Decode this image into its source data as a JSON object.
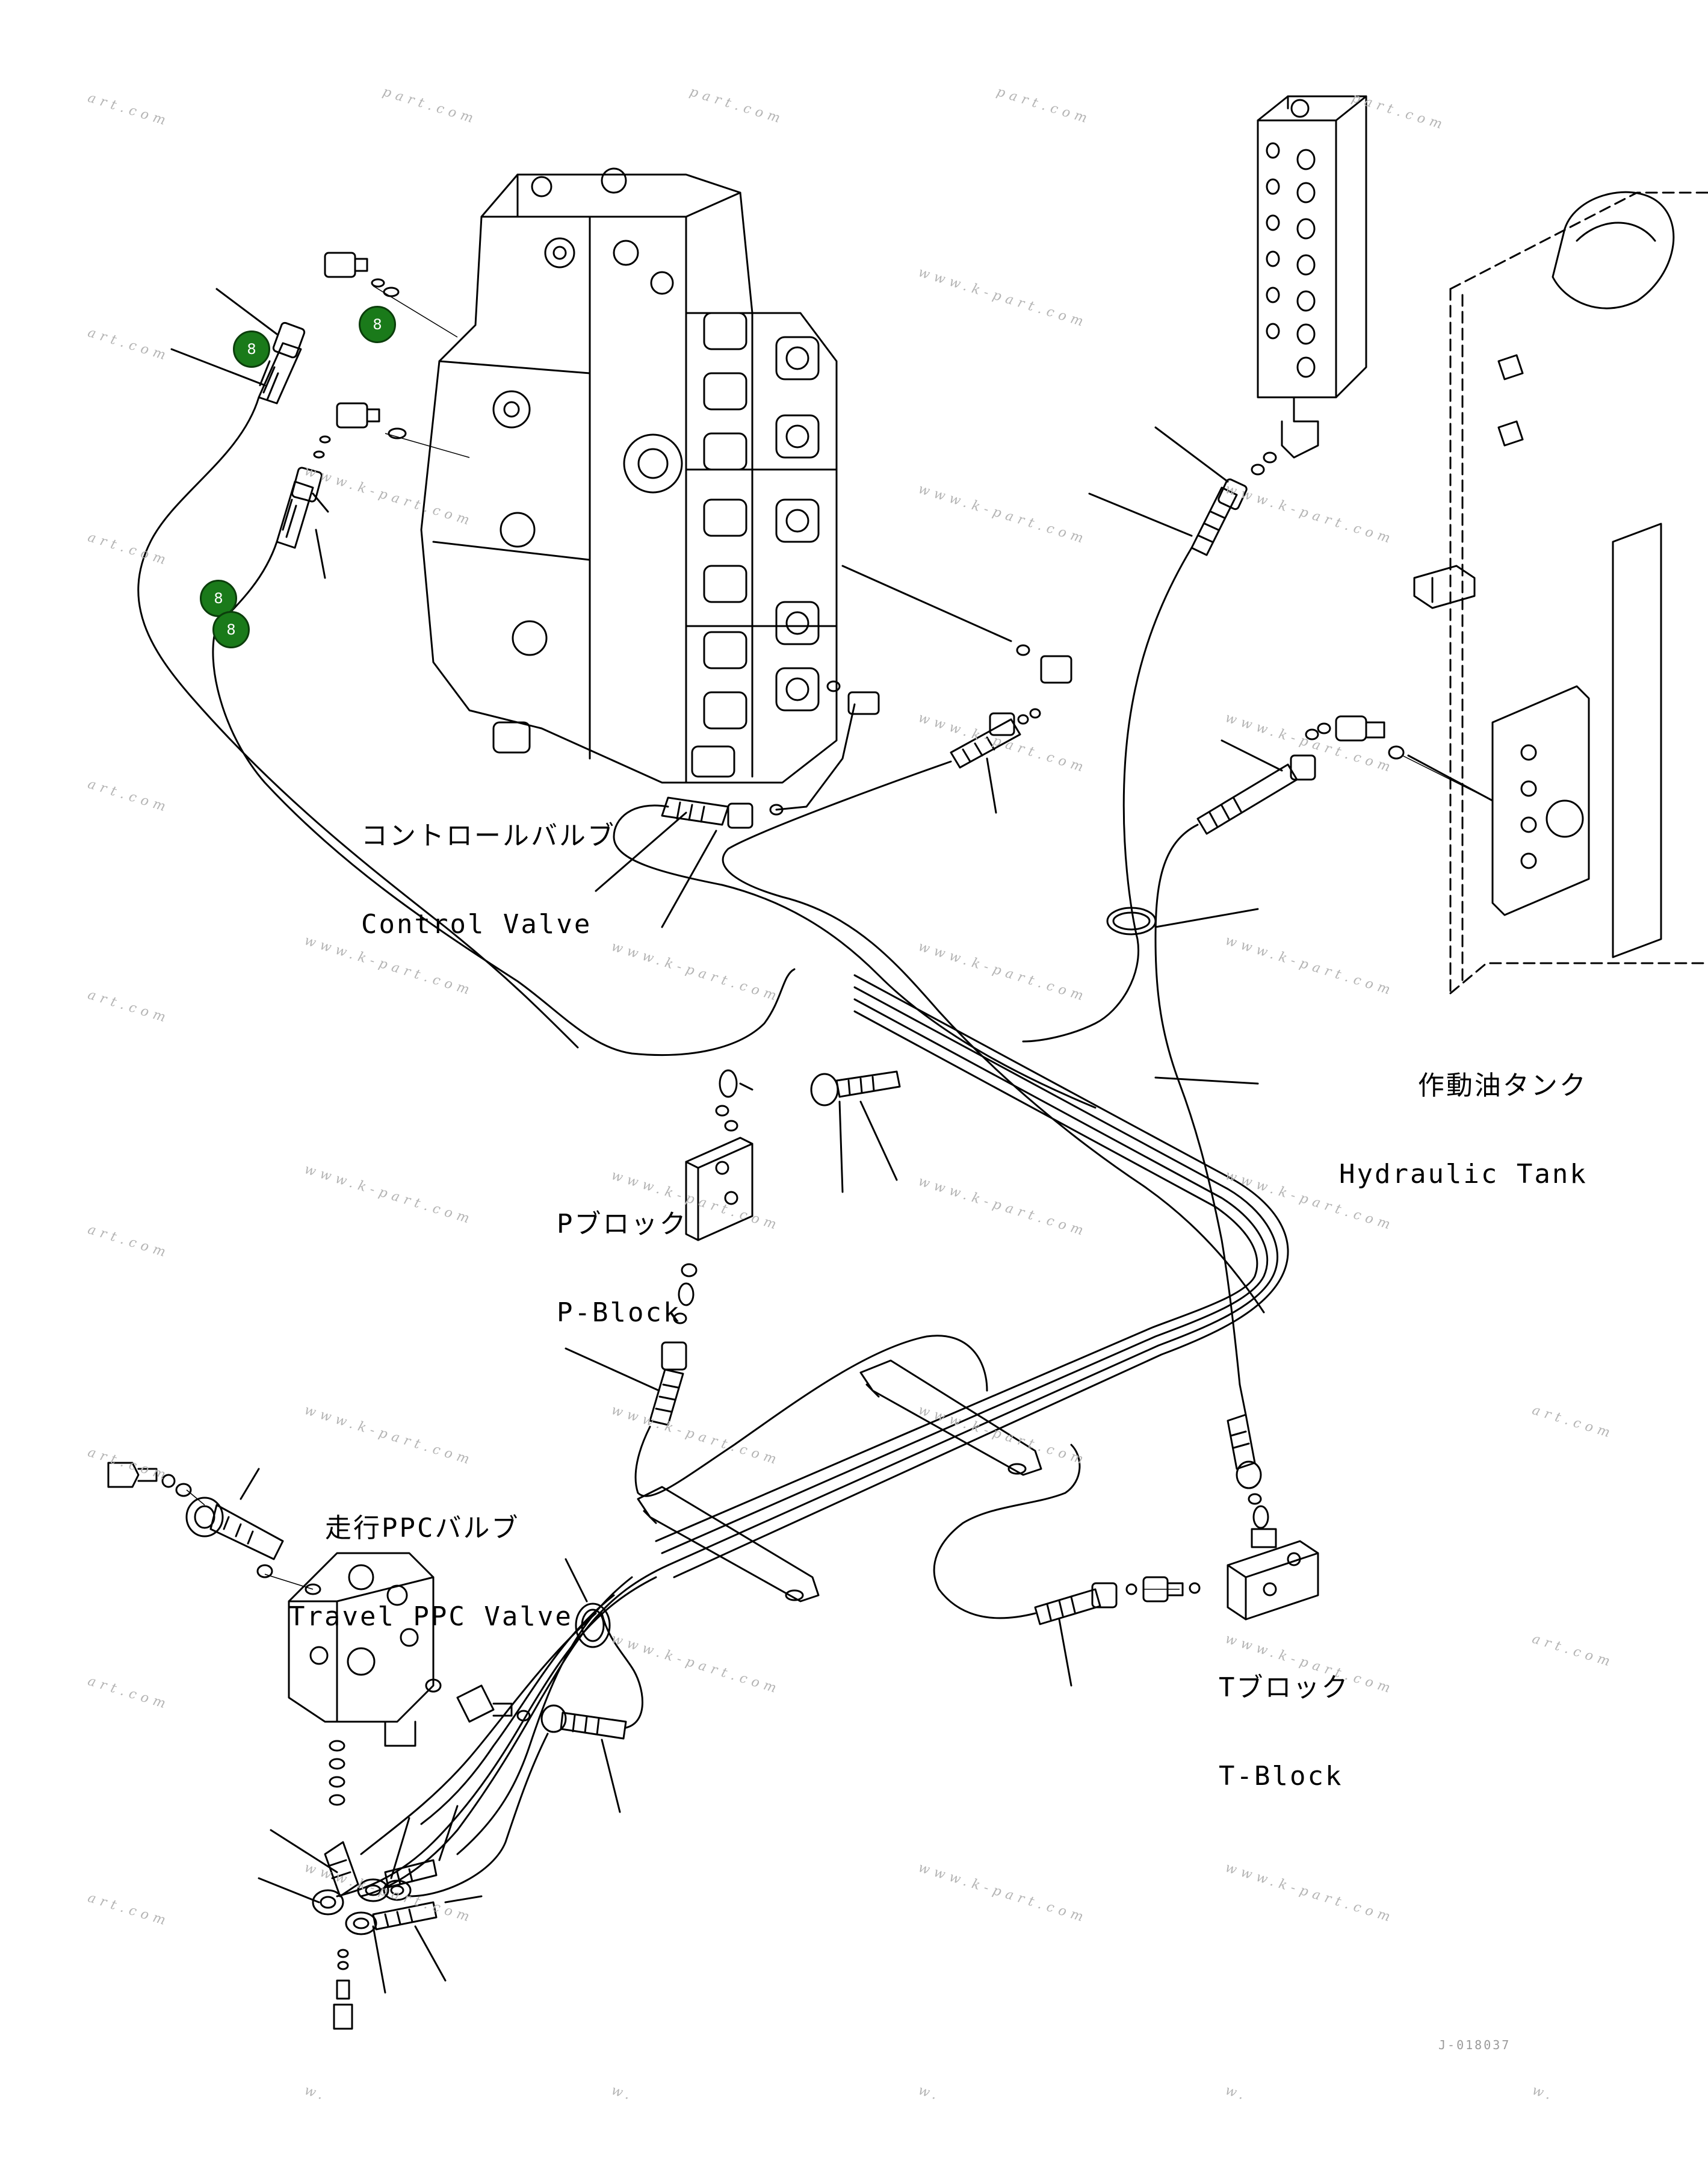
{
  "labels": {
    "control_valve": {
      "jp": "コントロールバルブ",
      "en": "Control Valve"
    },
    "hydraulic_tank": {
      "jp": "作動油タンク",
      "en": "Hydraulic Tank"
    },
    "p_block": {
      "jp": "Pブロック",
      "en": "P-Block"
    },
    "t_block": {
      "jp": "Tブロック",
      "en": "T-Block"
    },
    "travel_ppc_valve": {
      "jp": "走行PPCバルブ",
      "en": "Travel PPC Valve"
    }
  },
  "markers": [
    "8",
    "8",
    "8",
    "8"
  ],
  "watermarks": {
    "short": "art.com",
    "part": "part.com",
    "full": "www.k-part.com",
    "stub": "w."
  },
  "drawing_ref": "J-018037",
  "colors": {
    "marker": "#1a7a1a",
    "line": "#000000",
    "watermark": "#b4b4b4"
  }
}
